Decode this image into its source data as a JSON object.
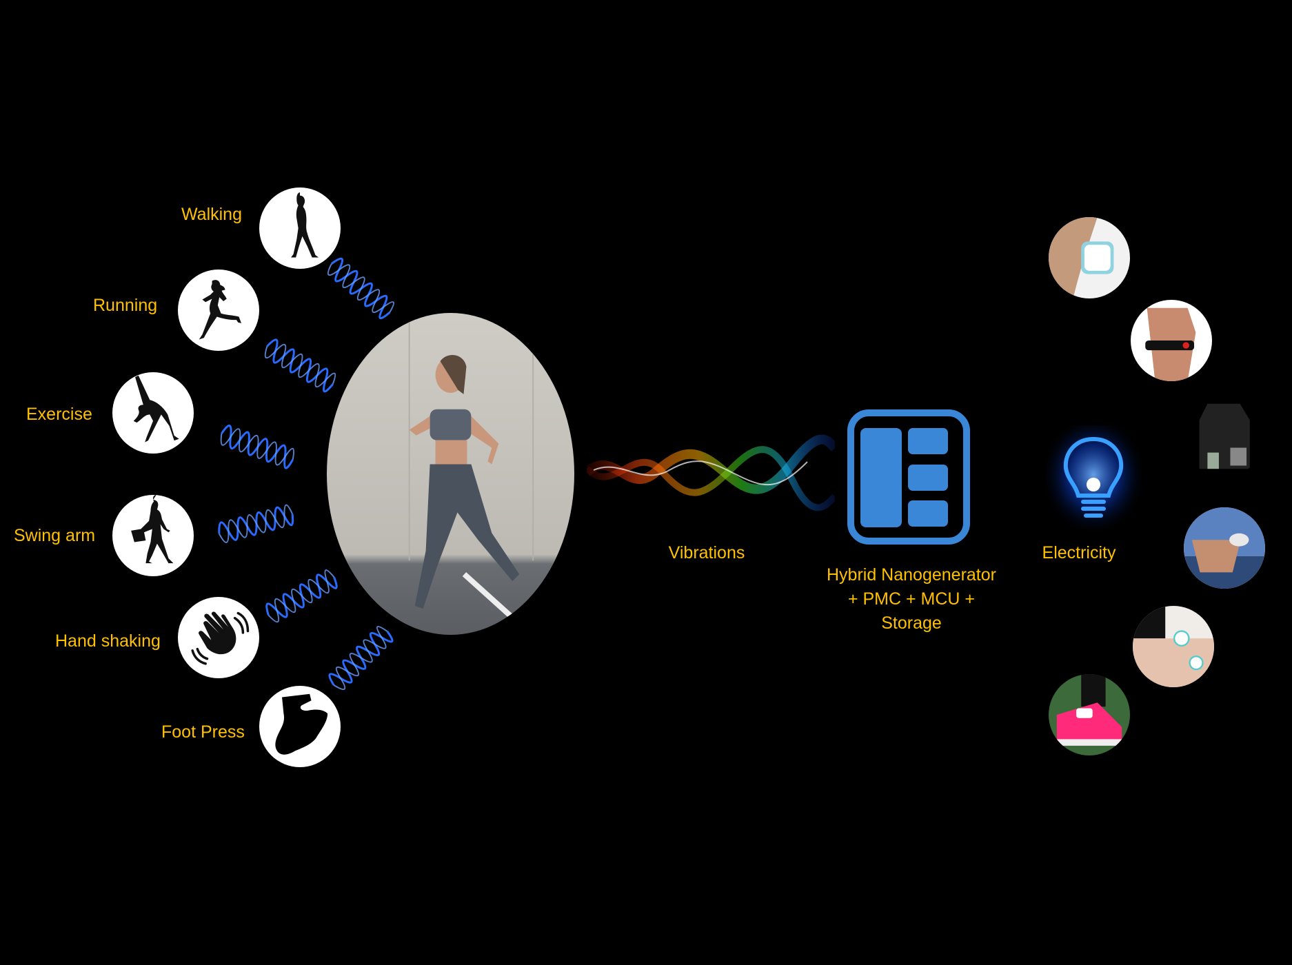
{
  "activities": [
    {
      "label": "Walking",
      "icon": "walking-silhouette-icon"
    },
    {
      "label": "Running",
      "icon": "running-silhouette-icon"
    },
    {
      "label": "Exercise",
      "icon": "stretching-silhouette-icon"
    },
    {
      "label": "Swing arm",
      "icon": "walking-with-bag-silhouette-icon"
    },
    {
      "label": "Hand shaking",
      "icon": "waving-hand-icon"
    },
    {
      "label": "Foot Press",
      "icon": "foot-icon"
    }
  ],
  "center_image": "woman-running-photo",
  "vibrations": {
    "label": "Vibrations"
  },
  "device": {
    "lines": [
      "Hybrid Nanogenerator",
      "+ PMC + MCU +",
      "Storage"
    ],
    "icon_color": "#3A87D8"
  },
  "electricity": {
    "label": "Electricity",
    "icon": "lightbulb-brain-icon"
  },
  "applications": [
    {
      "name": "armband-sensor-photo"
    },
    {
      "name": "wristband-tracker-photo"
    },
    {
      "name": "backpack-device-photo"
    },
    {
      "name": "waist-patch-device-photo"
    },
    {
      "name": "knee-sensor-photo"
    },
    {
      "name": "shoe-sensor-photo"
    }
  ],
  "colors": {
    "label": "#FFC000",
    "background": "#000000",
    "wave": "#2A6BFF"
  }
}
